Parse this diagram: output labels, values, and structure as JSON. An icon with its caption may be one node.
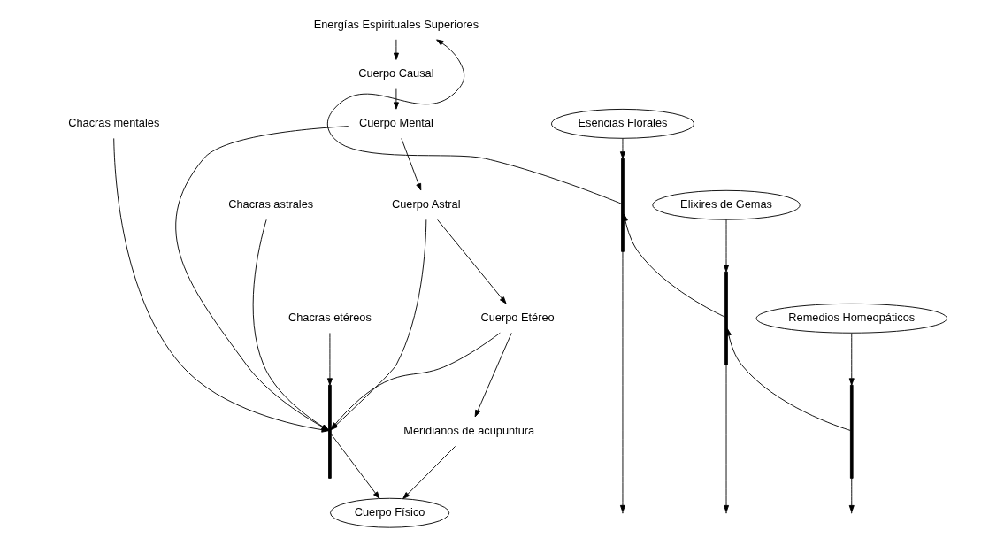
{
  "diagram": {
    "nodes": [
      {
        "text": [
          "Energías Espirituales Superiores"
        ]
      },
      {
        "text": [
          "Cuerpo Causal"
        ]
      },
      {
        "text": [
          "Cuerpo Mental"
        ]
      },
      {
        "text": [
          "Cuerpo Astral"
        ]
      },
      {
        "text": [
          "Cuerpo Etéreo"
        ]
      },
      {
        "text": [
          "Meridianos de acupuntura"
        ]
      },
      {
        "text": [
          "Cuerpo Físico"
        ]
      },
      {
        "text": [
          "Chacras mentales"
        ]
      },
      {
        "text": [
          "Chacras astrales"
        ]
      },
      {
        "text": [
          "Chacras etéreos"
        ]
      },
      {
        "text": [
          "Esencias Florales"
        ]
      },
      {
        "text": [
          "Elixires de Gemas"
        ]
      },
      {
        "text": [
          "Remedios Homeopáticos"
        ]
      },
      {
        "text": [],
        "shape": "bar"
      },
      {
        "text": [],
        "shape": "bar"
      },
      {
        "text": [],
        "shape": "bar"
      },
      {
        "text": [],
        "shape": "bar"
      }
    ],
    "edges": [
      {
        "from": 0,
        "to": 1,
        "arrow": "to"
      },
      {
        "from": 1,
        "to": 2,
        "arrow": "to"
      },
      {
        "from": 2,
        "to": 3,
        "arrow": "to"
      },
      {
        "from": 3,
        "to": 4,
        "arrow": "to"
      },
      {
        "from": 4,
        "to": 5,
        "arrow": "to"
      },
      {
        "from": 5,
        "to": 6,
        "arrow": "to"
      },
      {
        "from": 2,
        "to": 13,
        "arrow": "to"
      },
      {
        "from": 7,
        "to": 13,
        "arrow": "to"
      },
      {
        "from": 3,
        "to": 13,
        "arrow": "to"
      },
      {
        "from": 8,
        "to": 13,
        "arrow": "to"
      },
      {
        "from": 4,
        "to": 13,
        "arrow": "to"
      },
      {
        "from": 9,
        "to": 13,
        "arrow": "to"
      },
      {
        "from": 13,
        "to": 6,
        "arrow": "to"
      },
      {
        "from": 14,
        "to": 0,
        "arrow": "to"
      },
      {
        "from": 10,
        "to": 14,
        "arrow": "to"
      },
      {
        "from": 15,
        "to": 14,
        "arrow": "to"
      },
      {
        "from": 11,
        "to": 15,
        "arrow": "to"
      },
      {
        "from": 16,
        "to": 15,
        "arrow": "to"
      },
      {
        "from": 12,
        "to": 16,
        "arrow": "to"
      },
      {
        "from": 14,
        "to": null,
        "arrow": "to"
      },
      {
        "from": 15,
        "to": null,
        "arrow": "to"
      },
      {
        "from": 16,
        "to": null,
        "arrow": "to"
      }
    ]
  }
}
